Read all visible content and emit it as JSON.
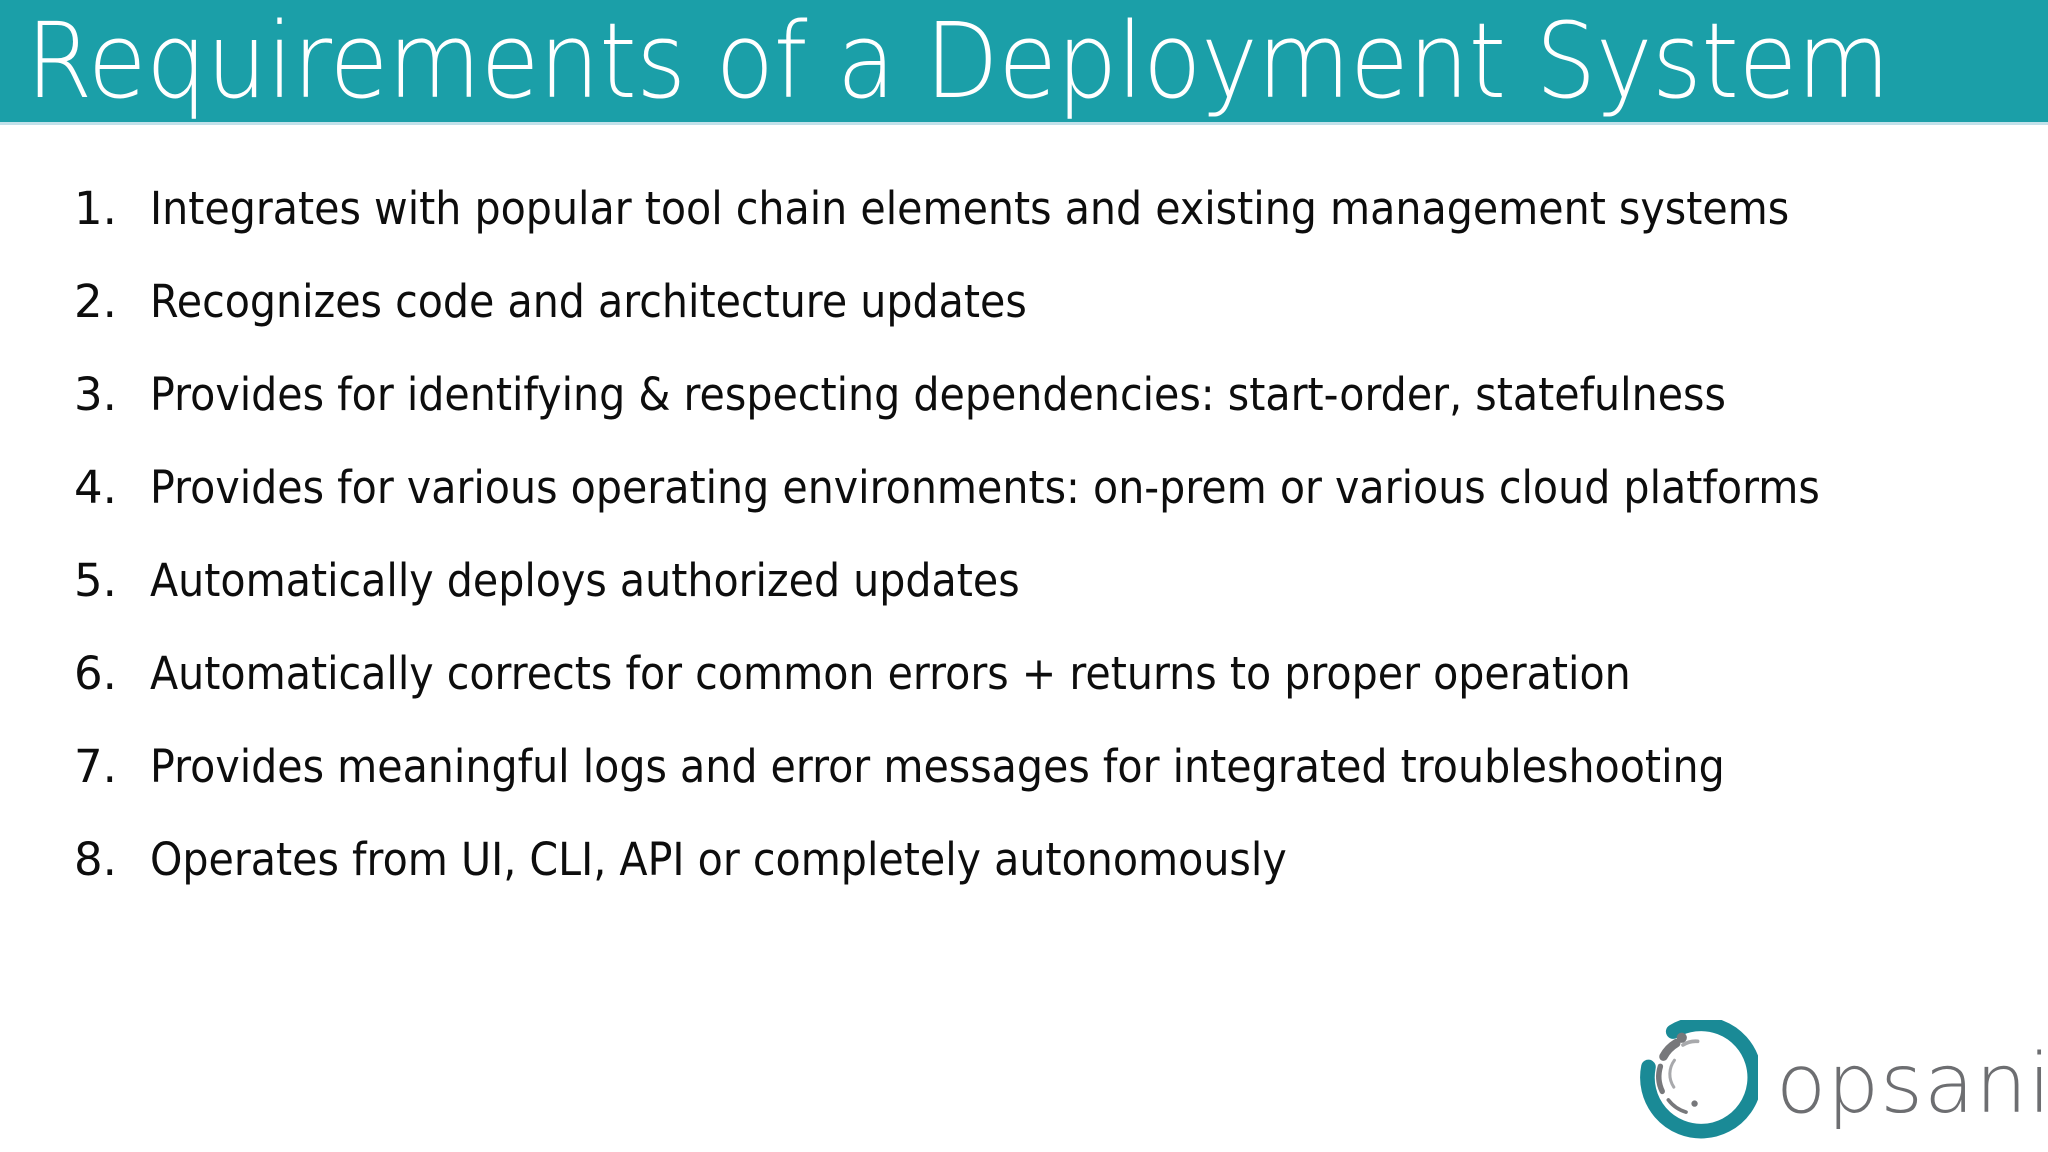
{
  "slide": {
    "title": "Requirements of a Deployment System",
    "header_bg_color": "#1B9FA8",
    "header_text_color": "#FFFFFF",
    "body_bg_color": "#FFFFFF",
    "body_text_color": "#0D0D0D"
  },
  "requirements": [
    {
      "number": "1.",
      "text": "Integrates with popular tool chain elements and existing management systems"
    },
    {
      "number": "2.",
      "text": "Recognizes code and architecture updates"
    },
    {
      "number": "3.",
      "text": "Provides for identifying & respecting dependencies: start-order, statefulness"
    },
    {
      "number": "4.",
      "text": "Provides for various operating environments: on-prem or various cloud platforms"
    },
    {
      "number": "5.",
      "text": "Automatically deploys authorized updates"
    },
    {
      "number": "6.",
      "text": "Automatically corrects for common errors + returns to proper operation"
    },
    {
      "number": "7.",
      "text": "Provides meaningful logs and error messages for integrated troubleshooting"
    },
    {
      "number": "8.",
      "text": "Operates from UI, CLI, API or completely autonomously"
    }
  ],
  "logo": {
    "wordmark": "opsani",
    "mark_icon": "opsani-ring-icon",
    "ring_color": "#1A8A96",
    "accent_color": "#77787B",
    "wordmark_color": "#6D6E71"
  }
}
